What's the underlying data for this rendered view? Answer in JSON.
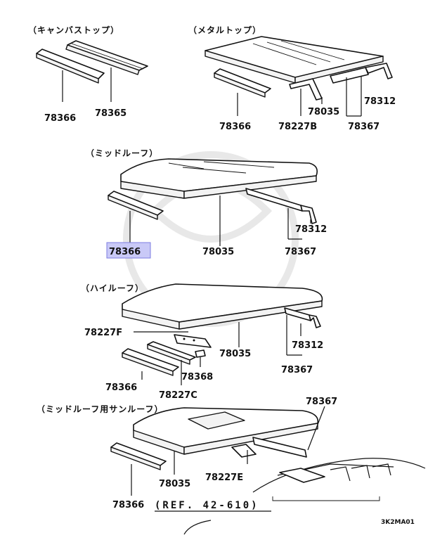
{
  "sections": {
    "canvas_top": "（キャンバストップ）",
    "metal_top": "（メタルトップ）",
    "mid_roof": "（ミッドルーフ）",
    "high_roof": "（ハイルーフ）",
    "mid_roof_sunroof": "（ミッドルーフ用サンルーフ）"
  },
  "labels": {
    "canvas_78366": "78366",
    "canvas_78365": "78365",
    "metal_78366": "78366",
    "metal_78227B": "78227B",
    "metal_78035": "78035",
    "metal_78312": "78312",
    "metal_78367": "78367",
    "mid_78366": "78366",
    "mid_78035": "78035",
    "mid_78312": "78312",
    "mid_78367": "78367",
    "high_78227F": "78227F",
    "high_78035": "78035",
    "high_78312": "78312",
    "high_78367": "78367",
    "high_78368": "78368",
    "high_78366": "78366",
    "high_78227C": "78227C",
    "sun_78367": "78367",
    "sun_78227E": "78227E",
    "sun_78035": "78035",
    "sun_78366": "78366"
  },
  "reference": "(REF. 42-610)",
  "diagram_code": "3K2MA01",
  "colors": {
    "highlight": "#c9c9f7",
    "line": "#111111"
  }
}
